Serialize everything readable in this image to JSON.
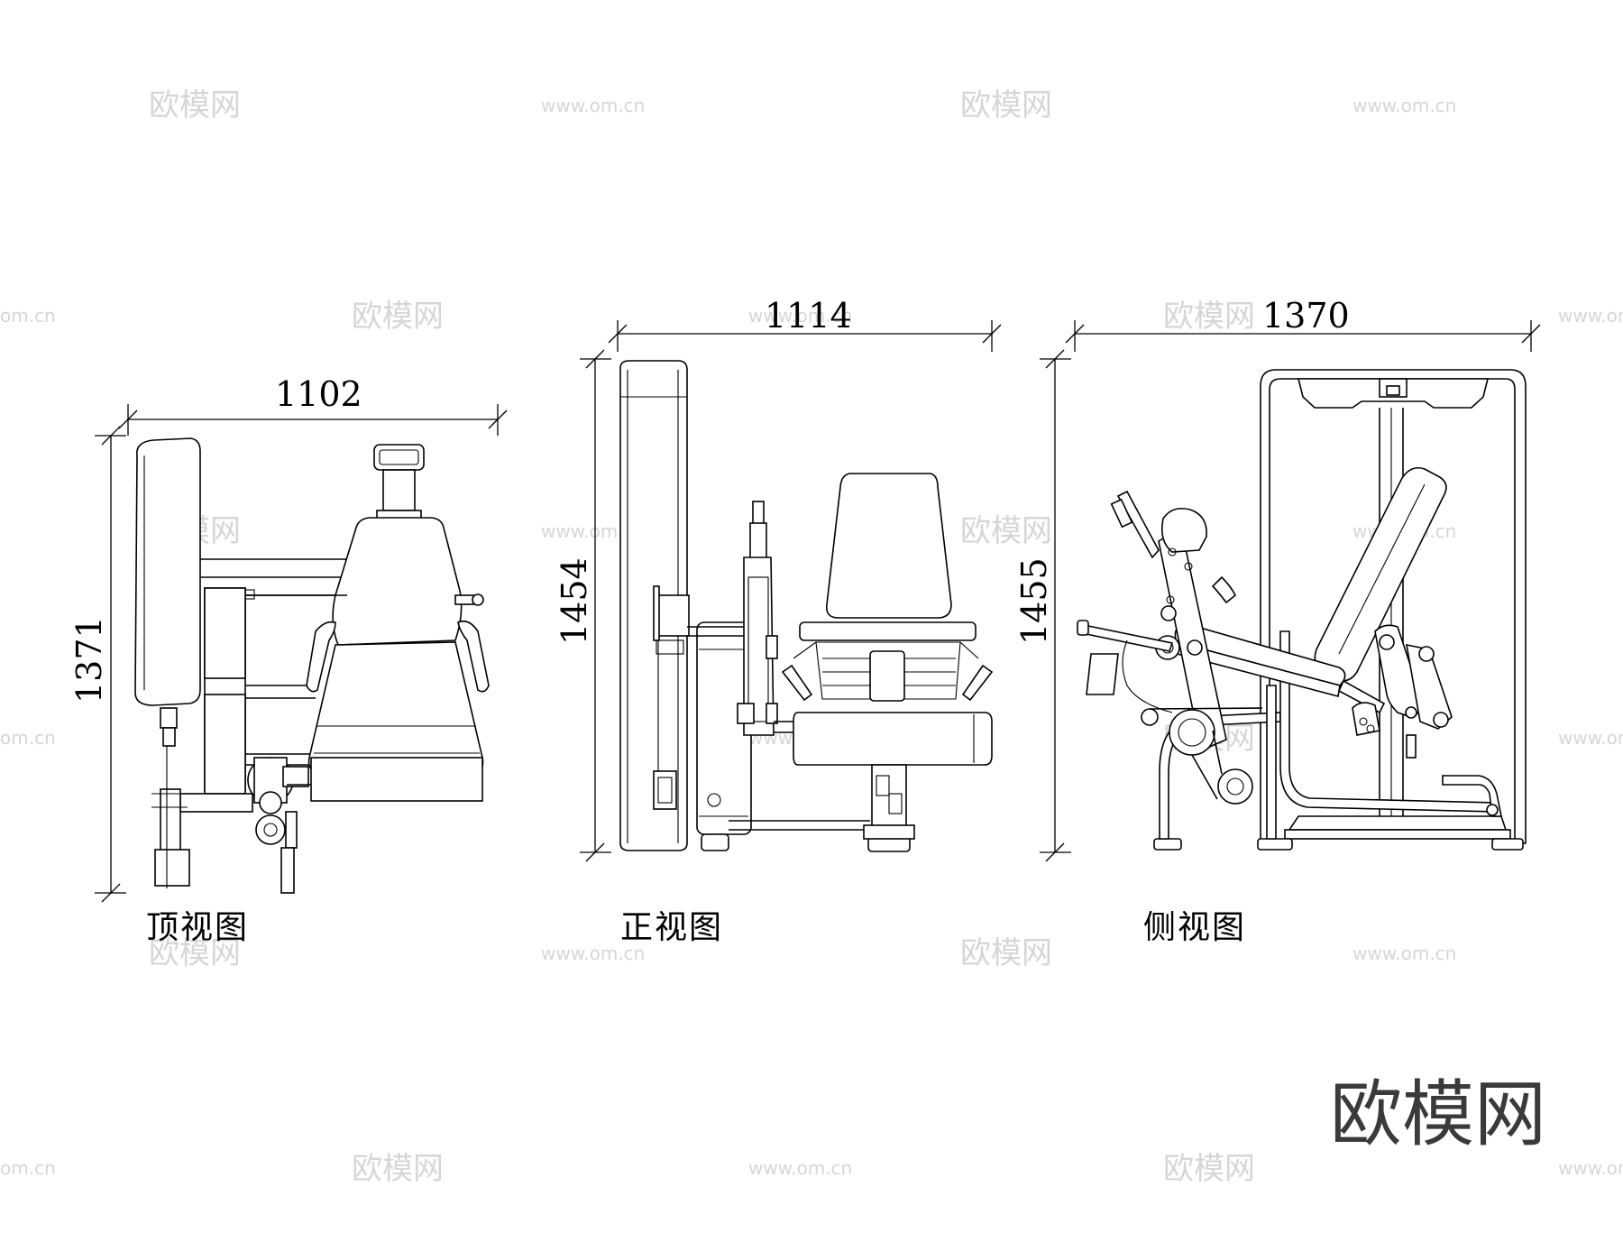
{
  "dimensions": {
    "top_width": "1102",
    "top_height": "1371",
    "front_width": "1114",
    "front_height": "1454",
    "side_width": "1370",
    "side_height": "1455"
  },
  "captions": {
    "top_view": "顶视图",
    "front_view": "正视图",
    "side_view": "侧视图"
  },
  "watermark": {
    "logo": "欧模网",
    "url": "www.om.cn",
    "url_short": "om.cn"
  },
  "colors": {
    "line": "#000000",
    "watermark": "#d6d6d6",
    "logo": "#3a3a3a"
  }
}
